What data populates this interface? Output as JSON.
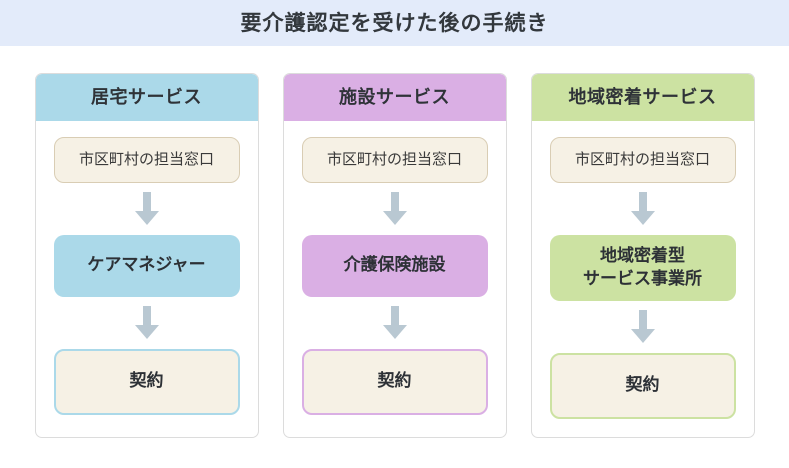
{
  "header": {
    "title": "要介護認定を受けた後の手続き",
    "background": "#e3ebfa",
    "text_color": "#33383d"
  },
  "common": {
    "office_label": "市区町村の担当窓口",
    "contract_label": "契約",
    "arrow_color": "#b9c8d2",
    "cream_fill": "#f6f1e5",
    "cream_border": "#d9cdb4",
    "card_border": "#dcdcdc"
  },
  "columns": [
    {
      "id": "home-service",
      "header_label": "居宅サービス",
      "accent": "#abd9e9",
      "steps": [
        {
          "type": "office",
          "label": "市区町村の担当窓口"
        },
        {
          "type": "provider",
          "label": "ケアマネジャー"
        },
        {
          "type": "contract",
          "label": "契約"
        }
      ]
    },
    {
      "id": "facility-service",
      "header_label": "施設サービス",
      "accent": "#daafe4",
      "steps": [
        {
          "type": "office",
          "label": "市区町村の担当窓口"
        },
        {
          "type": "provider",
          "label": "介護保険施設"
        },
        {
          "type": "contract",
          "label": "契約"
        }
      ]
    },
    {
      "id": "community-service",
      "header_label": "地域密着サービス",
      "accent": "#cce2a2",
      "steps": [
        {
          "type": "office",
          "label": "市区町村の担当窓口"
        },
        {
          "type": "provider",
          "label": "地域密着型",
          "label_line2": "サービス事業所"
        },
        {
          "type": "contract",
          "label": "契約"
        }
      ]
    }
  ]
}
